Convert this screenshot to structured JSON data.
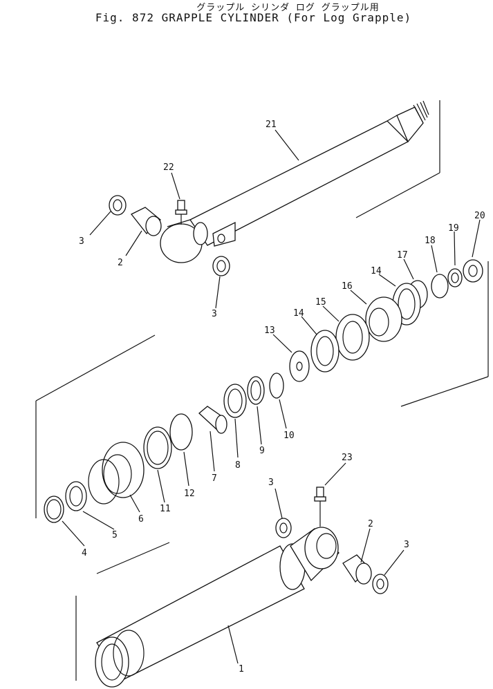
{
  "header": {
    "japanese_title": "グラップル シリンダ ログ グラップル用",
    "figure_title": "Fig. 872  GRAPPLE CYLINDER (For Log Grapple)"
  },
  "callouts": {
    "c1": "1",
    "c2a": "2",
    "c2b": "2",
    "c3a": "3",
    "c3b": "3",
    "c3c": "3",
    "c3d": "3",
    "c4": "4",
    "c5": "5",
    "c6": "6",
    "c7": "7",
    "c8": "8",
    "c9": "9",
    "c10": "10",
    "c11": "11",
    "c12": "12",
    "c13": "13",
    "c14a": "14",
    "c14b": "14",
    "c15": "15",
    "c16": "16",
    "c17": "17",
    "c18": "18",
    "c19": "19",
    "c20": "20",
    "c21": "21",
    "c22": "22",
    "c23": "23"
  }
}
